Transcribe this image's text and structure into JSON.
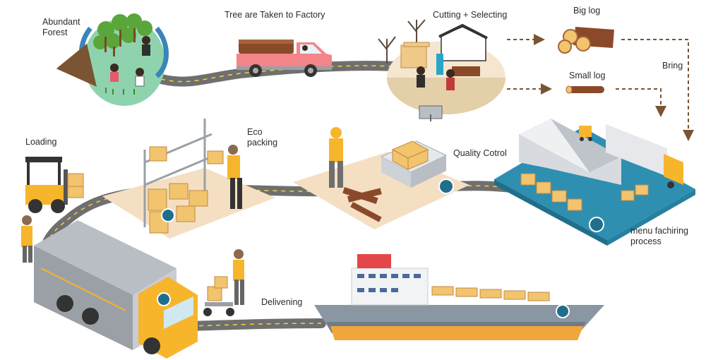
{
  "steps": {
    "forest": {
      "line1": "Abundant",
      "line2": "Forest"
    },
    "transport": "Tree are Taken to Factory",
    "cutting": "Cutting + Selecting",
    "big_log": "Big log",
    "small_log": "Small log",
    "bring": "Bring",
    "manufacturing": {
      "line1": "menu fachiring",
      "line2": "process"
    },
    "quality": "Quality Cotrol",
    "packing": {
      "line1": "Eco",
      "line2": "packing"
    },
    "loading": "Loading",
    "delivering": "Delivening"
  },
  "colors": {
    "road": "#6f6f6f",
    "road_line": "#f5d23c",
    "wood": "#f2c46d",
    "truck_yellow": "#f7b52b",
    "forest_green": "#7cc9a0",
    "arrow": "#7a5433",
    "ship_hull": "#8a97a3",
    "factory_base": "#2f8fb0"
  }
}
